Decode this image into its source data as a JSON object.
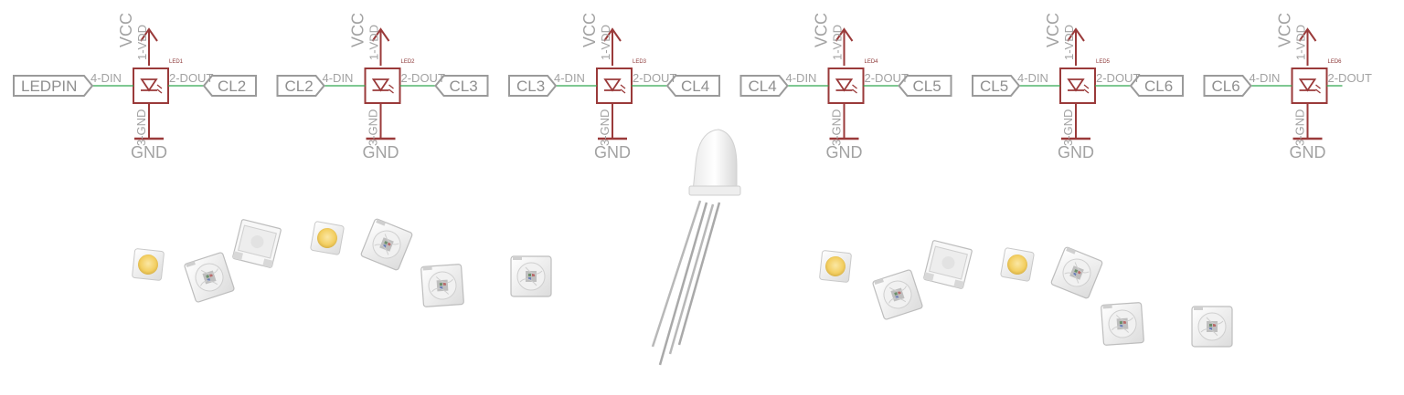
{
  "colors": {
    "symbol": "#9a3a3a",
    "wire": "#32a852",
    "label": "#a2a2a2",
    "flag": "#9a9a9a"
  },
  "pin_labels": {
    "din": "4-DIN",
    "dout": "2-DOUT",
    "vdd": "1-VDD",
    "gnd_pin": "3-GND",
    "vcc": "VCC",
    "gnd": "GND"
  },
  "leds": [
    {
      "ref": "LED1",
      "input": "LEDPIN",
      "output": "CL2"
    },
    {
      "ref": "LED2",
      "input": "CL2",
      "output": "CL3"
    },
    {
      "ref": "LED3",
      "input": "CL3",
      "output": "CL4"
    },
    {
      "ref": "LED4",
      "input": "CL4",
      "output": "CL5"
    },
    {
      "ref": "LED5",
      "input": "CL5",
      "output": "CL6"
    },
    {
      "ref": "LED6",
      "input": "CL6",
      "output": ""
    }
  ],
  "photo_groups": [
    {
      "name": "smd-led-group-left"
    },
    {
      "name": "through-hole-rgb-led"
    },
    {
      "name": "smd-led-group-right"
    }
  ]
}
